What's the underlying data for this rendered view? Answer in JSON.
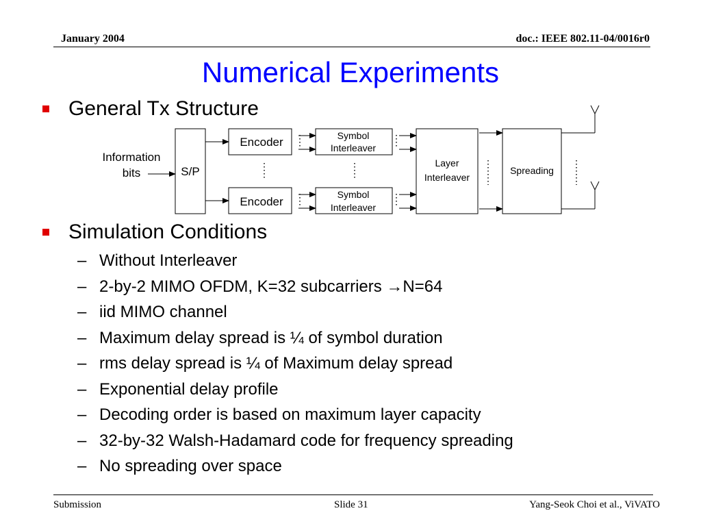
{
  "header": {
    "date": "January 2004",
    "doc_id": "doc.: IEEE 802.11-04/0016r0"
  },
  "title": "Numerical Experiments",
  "bullets": [
    {
      "text": "General Tx Structure"
    },
    {
      "text": "Simulation Conditions"
    }
  ],
  "diagram": {
    "input_label_1": "Information",
    "input_label_2": "bits",
    "sp": "S/P",
    "encoder_top": "Encoder",
    "encoder_bottom": "Encoder",
    "interleaver_top_1": "Symbol",
    "interleaver_top_2": "Interleaver",
    "interleaver_bottom_1": "Symbol",
    "interleaver_bottom_2": "Interleaver",
    "layer_1": "Layer",
    "layer_2": "Interleaver",
    "spreading": "Spreading"
  },
  "conditions": [
    "Without Interleaver",
    "2-by-2 MIMO OFDM, K=32 subcarriers →N=64",
    "iid MIMO channel",
    "Maximum delay spread is ¼ of symbol duration",
    "rms delay spread is ¼ of Maximum delay spread",
    "Exponential delay profile",
    "Decoding order is based on maximum layer capacity",
    "32-by-32 Walsh-Hadamard code for frequency spreading",
    "No spreading over space"
  ],
  "footer": {
    "left": "Submission",
    "center": "Slide 31",
    "right": "Yang-Seok Choi et al., ViVATO"
  },
  "colors": {
    "title": "#0000ff",
    "bullet": "#e00000"
  }
}
